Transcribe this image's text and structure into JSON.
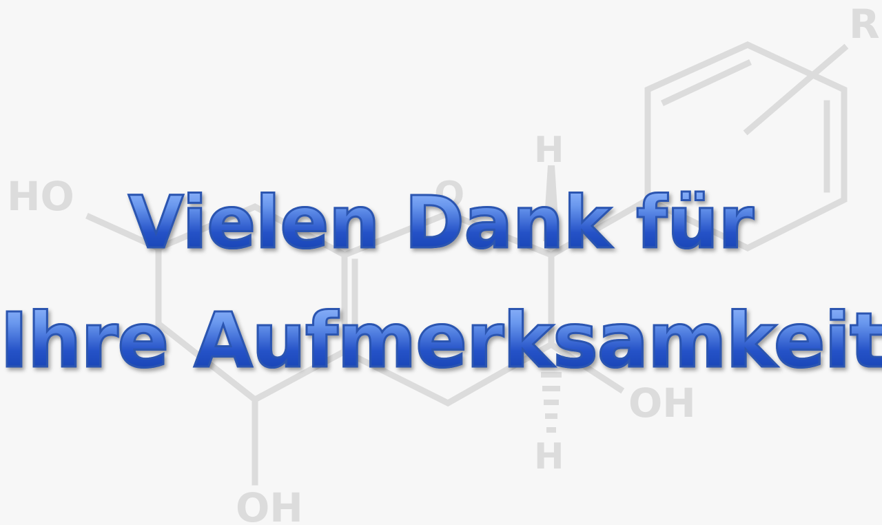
{
  "slide": {
    "line1": "Vielen Dank für",
    "line2": "Ihre Aufmerksamkeit"
  },
  "background": {
    "icon": "chemical-structure-watermark",
    "labels": {
      "ho": "HO",
      "o": "O",
      "h_top": "H",
      "oh_right": "OH",
      "h_bottom": "H",
      "oh_bottom": "OH",
      "r": "R"
    }
  },
  "colors": {
    "background": "#f7f7f7",
    "text_light": "#9ec0ff",
    "text_dark": "#0e3aa6",
    "watermark": "#dcdcdc"
  }
}
